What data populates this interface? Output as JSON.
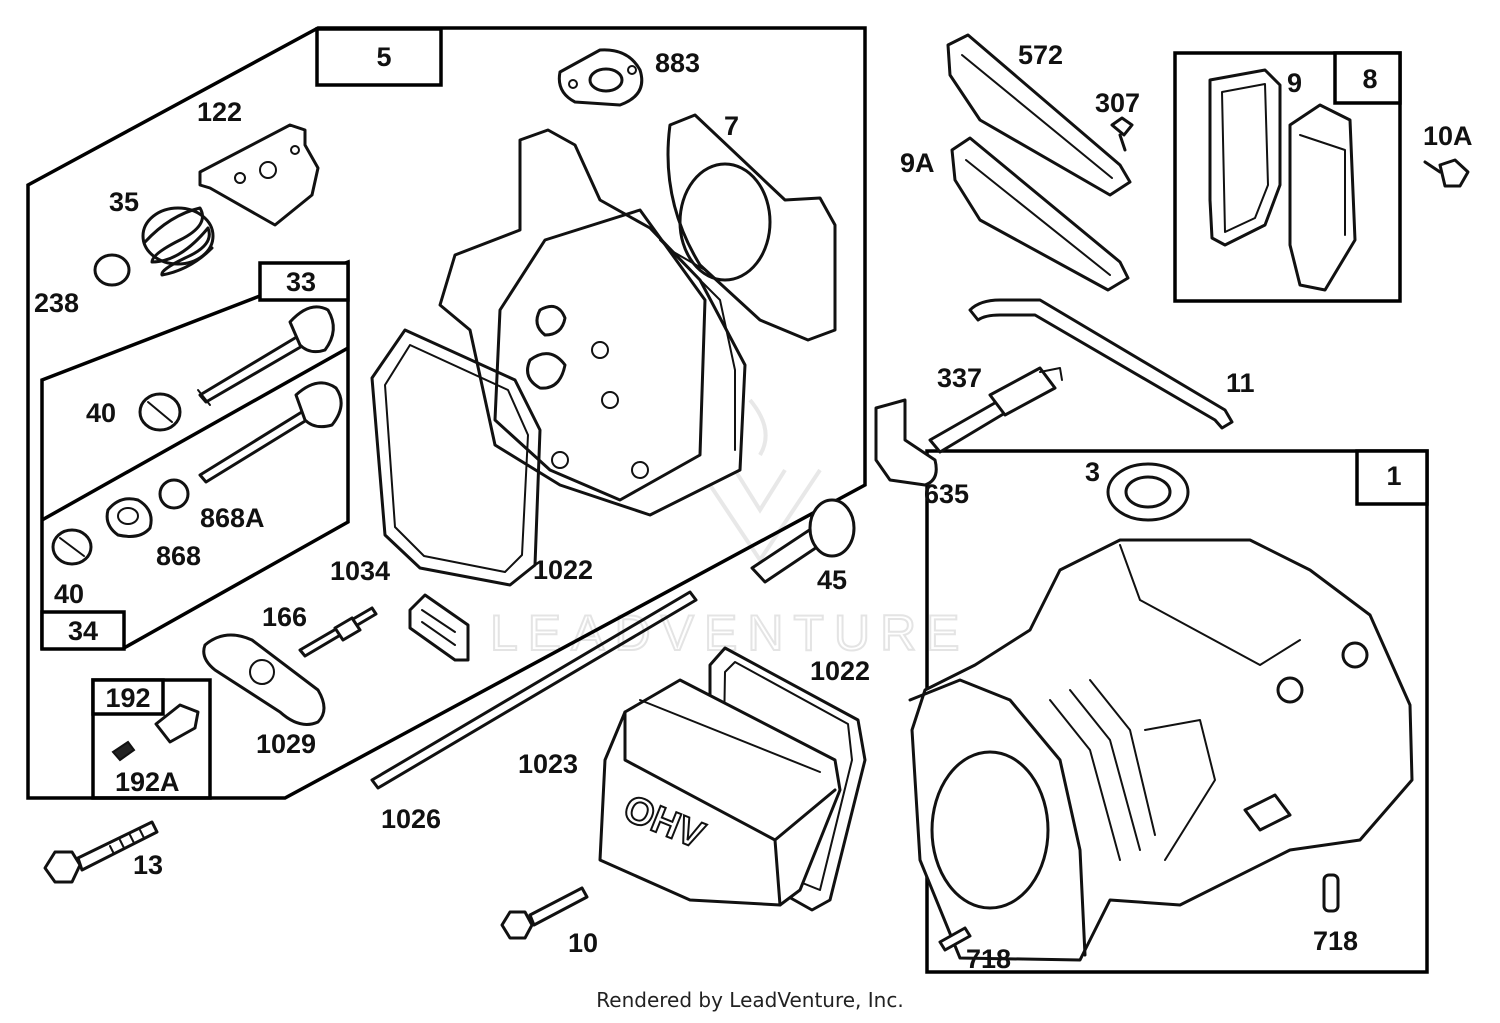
{
  "diagram": {
    "box_labels": [
      "5",
      "33",
      "34",
      "192",
      "8",
      "1"
    ],
    "callouts": [
      "883",
      "572",
      "307",
      "9",
      "10A",
      "122",
      "7",
      "9A",
      "35",
      "238",
      "40",
      "868A",
      "868",
      "40",
      "337",
      "11",
      "635",
      "3",
      "1034",
      "1022",
      "45",
      "166",
      "1022",
      "1029",
      "192A",
      "1023",
      "1026",
      "13",
      "10",
      "718",
      "718"
    ],
    "watermark": "LEADVENTURE",
    "emboss": "OHV"
  },
  "footer": {
    "credit": "Rendered by LeadVenture, Inc."
  }
}
